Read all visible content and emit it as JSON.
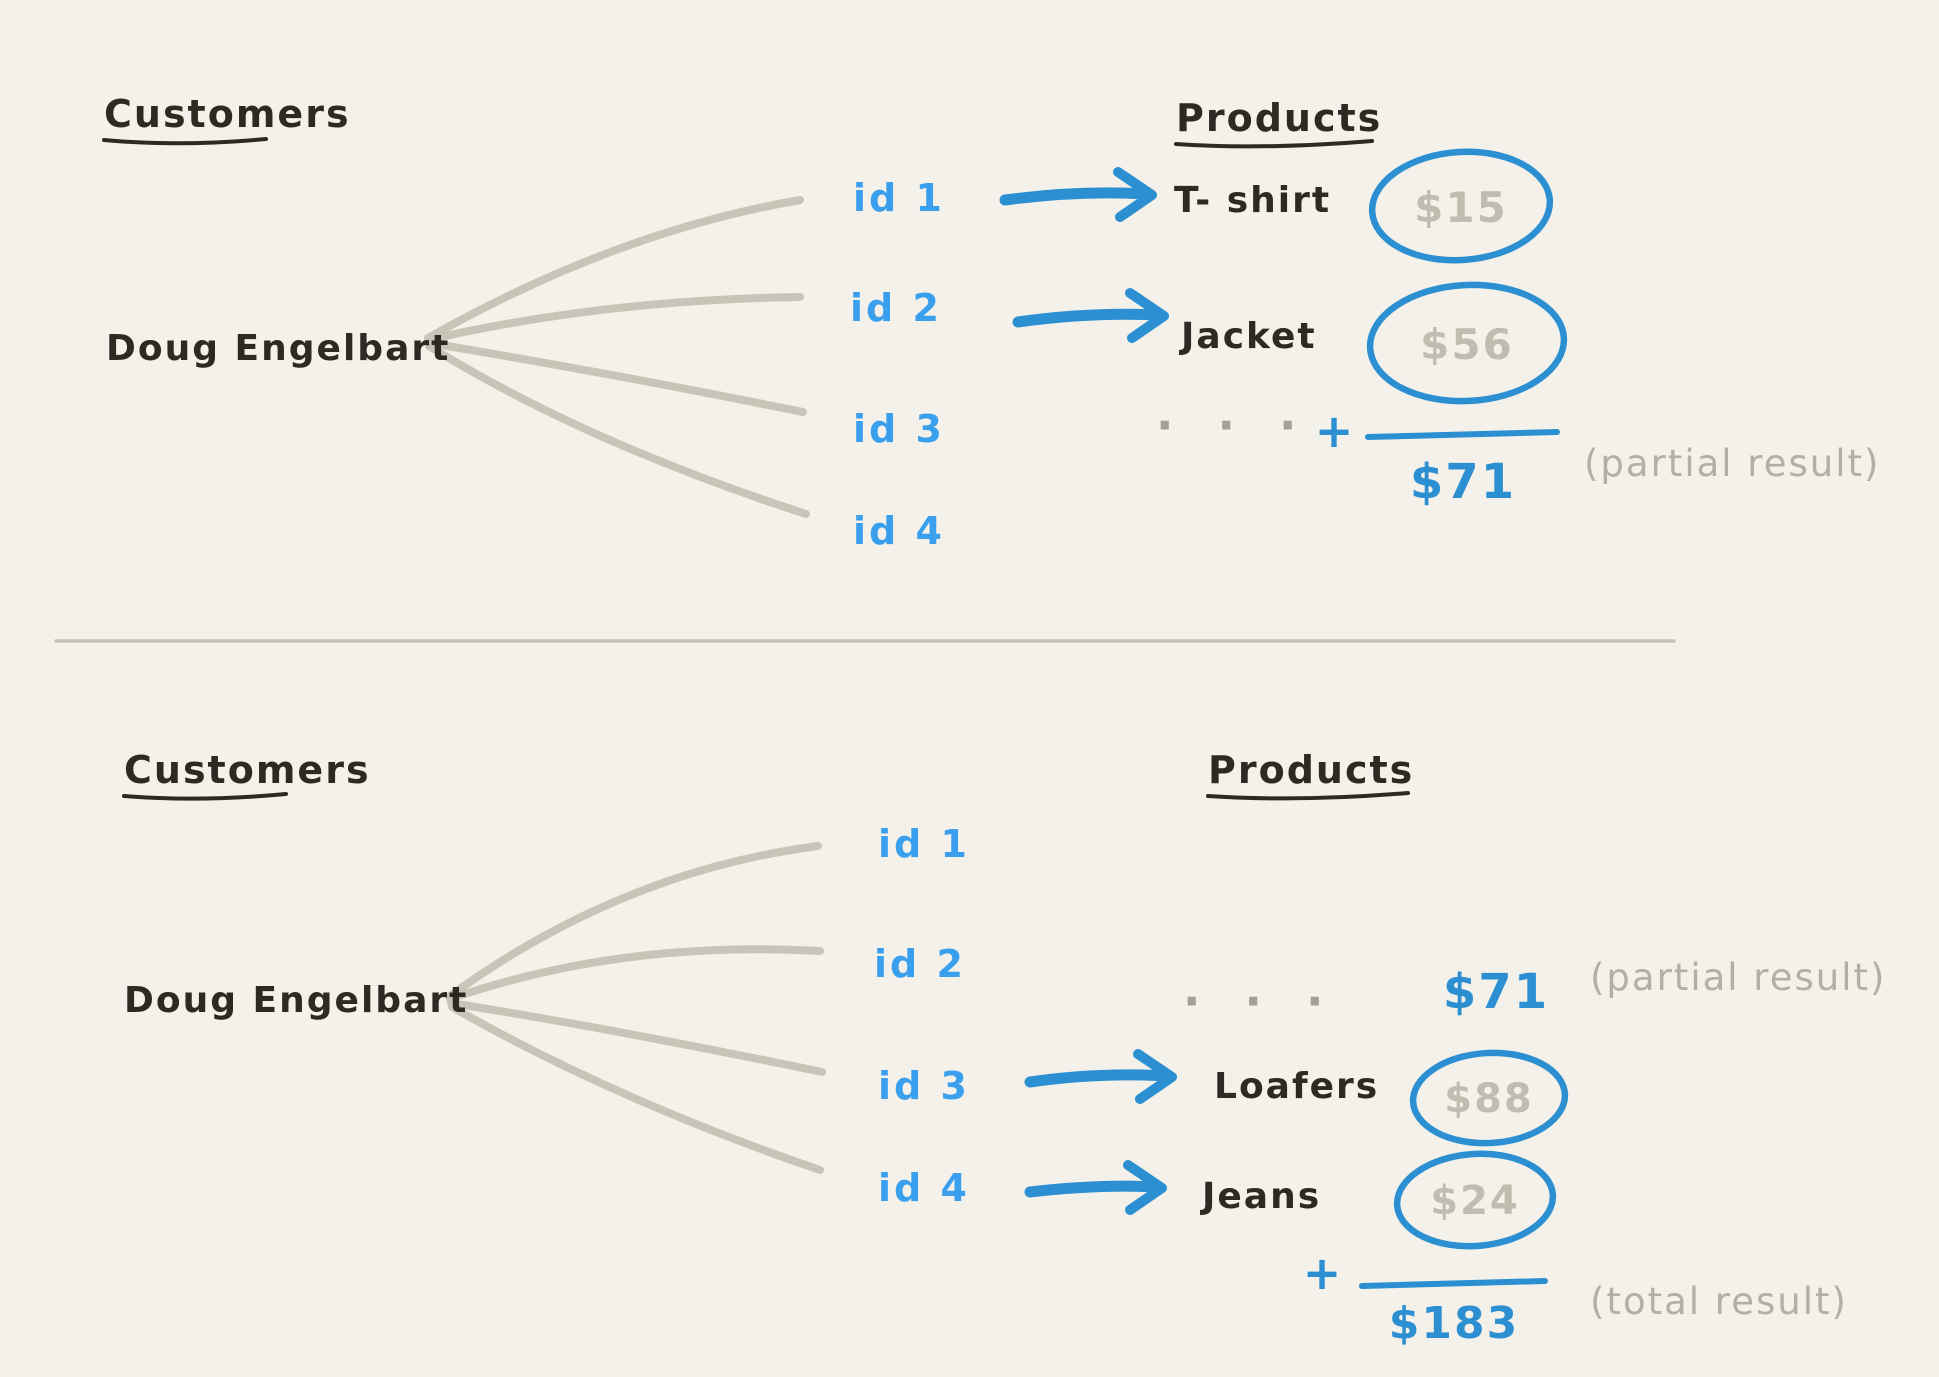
{
  "colors": {
    "background": "#f4f1ea",
    "ink": "#2d2a24",
    "connector-gray": "#c8c4b8",
    "divider-gray": "#c6c3ba",
    "price-gray": "#c0bcb0",
    "note-gray": "#b3afa4",
    "dot-gray": "#a3a096",
    "blue": "#2b8fd1",
    "id-blue": "#3aa0ee"
  },
  "top": {
    "customers_heading": "Customers",
    "products_heading": "Products",
    "customer_name": "Doug Engelbart",
    "ids": [
      "id 1",
      "id 2",
      "id 3",
      "id 4"
    ],
    "products": [
      {
        "name": "T- shirt",
        "price": "$15"
      },
      {
        "name": "Jacket",
        "price": "$56"
      }
    ],
    "ellipsis": "· · ·",
    "plus": "+",
    "sum": "$71",
    "sum_note": "(partial result)"
  },
  "bottom": {
    "customers_heading": "Customers",
    "products_heading": "Products",
    "customer_name": "Doug Engelbart",
    "ids": [
      "id 1",
      "id 2",
      "id 3",
      "id 4"
    ],
    "carryover": {
      "ellipsis": "· · ·",
      "sum": "$71",
      "sum_note": "(partial result)"
    },
    "products": [
      {
        "name": "Loafers",
        "price": "$88"
      },
      {
        "name": "Jeans",
        "price": "$24"
      }
    ],
    "plus": "+",
    "sum": "$183",
    "sum_note": "(total result)"
  }
}
